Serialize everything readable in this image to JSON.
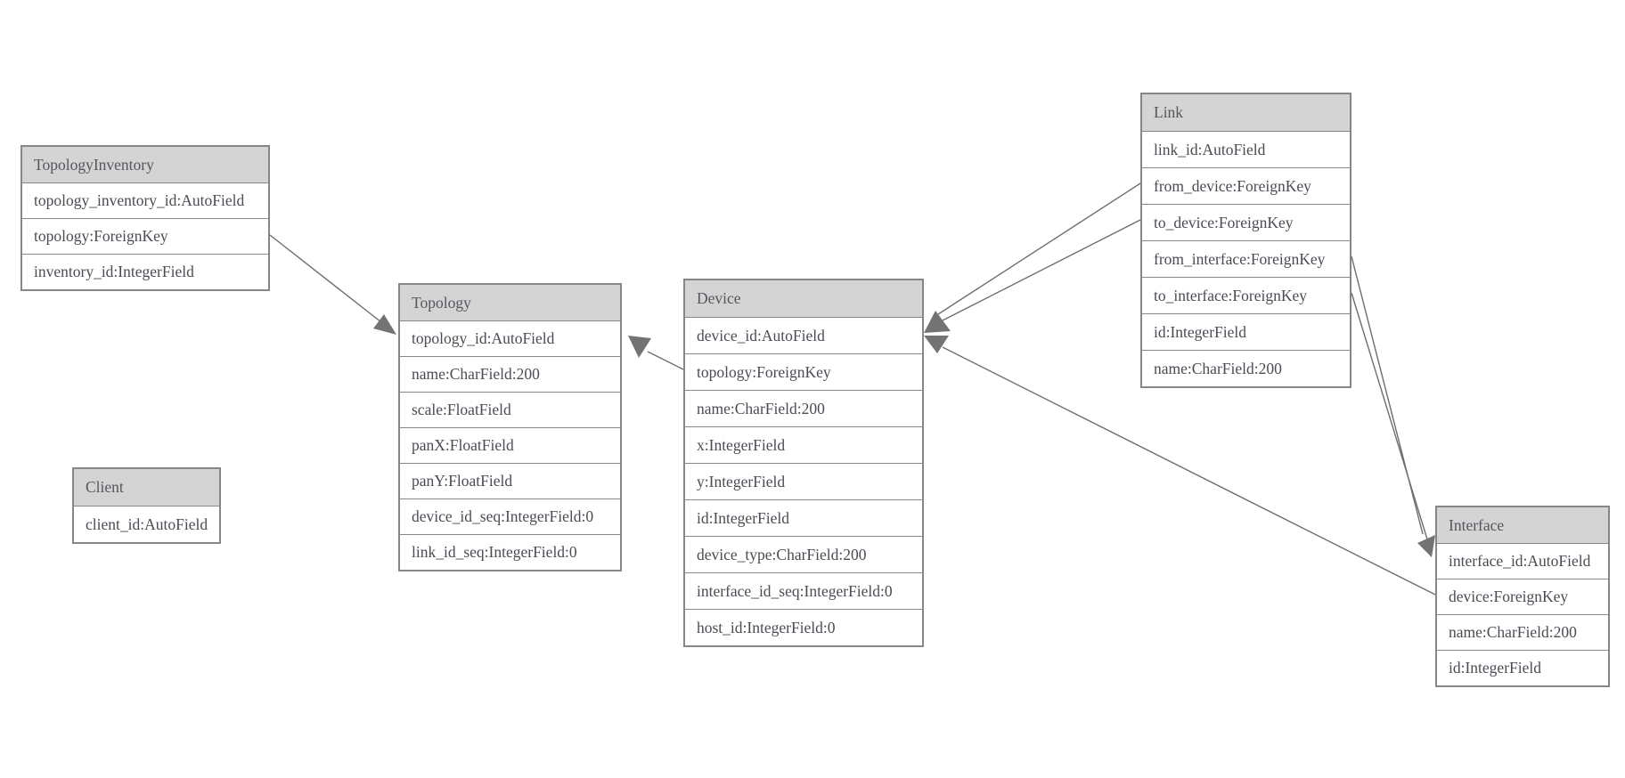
{
  "entities": {
    "topology_inventory": {
      "title": "TopologyInventory",
      "fields": [
        "topology_inventory_id:AutoField",
        "topology:ForeignKey",
        "inventory_id:IntegerField"
      ]
    },
    "topology": {
      "title": "Topology",
      "fields": [
        "topology_id:AutoField",
        "name:CharField:200",
        "scale:FloatField",
        "panX:FloatField",
        "panY:FloatField",
        "device_id_seq:IntegerField:0",
        "link_id_seq:IntegerField:0"
      ]
    },
    "client": {
      "title": "Client",
      "fields": [
        "client_id:AutoField"
      ]
    },
    "device": {
      "title": "Device",
      "fields": [
        "device_id:AutoField",
        "topology:ForeignKey",
        "name:CharField:200",
        "x:IntegerField",
        "y:IntegerField",
        "id:IntegerField",
        "device_type:CharField:200",
        "interface_id_seq:IntegerField:0",
        "host_id:IntegerField:0"
      ]
    },
    "link": {
      "title": "Link",
      "fields": [
        "link_id:AutoField",
        "from_device:ForeignKey",
        "to_device:ForeignKey",
        "from_interface:ForeignKey",
        "to_interface:ForeignKey",
        "id:IntegerField",
        "name:CharField:200"
      ]
    },
    "interface": {
      "title": "Interface",
      "fields": [
        "interface_id:AutoField",
        "device:ForeignKey",
        "name:CharField:200",
        "id:IntegerField"
      ]
    }
  },
  "relationships": [
    {
      "from": "TopologyInventory.topology",
      "to": "Topology"
    },
    {
      "from": "Device.topology",
      "to": "Topology"
    },
    {
      "from": "Link.from_device",
      "to": "Device"
    },
    {
      "from": "Link.to_device",
      "to": "Device"
    },
    {
      "from": "Interface.device",
      "to": "Device"
    },
    {
      "from": "Link.from_interface",
      "to": "Interface"
    },
    {
      "from": "Link.to_interface",
      "to": "Interface"
    }
  ],
  "colors": {
    "background": "#ffffff",
    "header_fill": "#d4d4d4",
    "border": "#868686",
    "text": "#4b4b54",
    "relation_line": "#6d6d6d",
    "arrow_fill": "#737373"
  }
}
